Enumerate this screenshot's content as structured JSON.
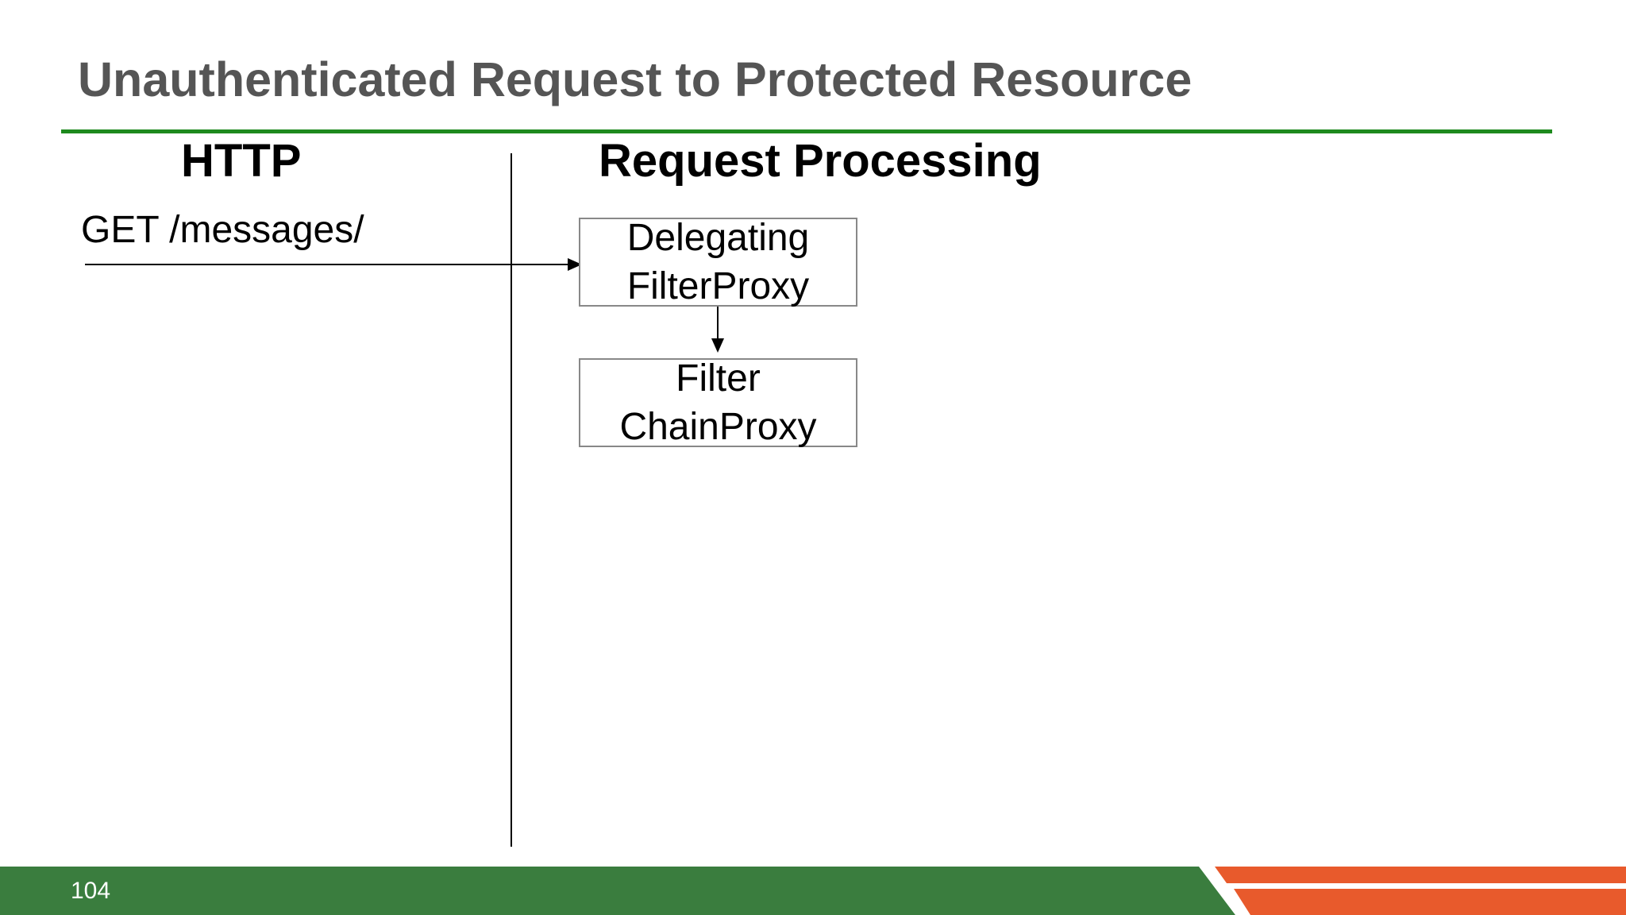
{
  "slide": {
    "title": "Unauthenticated Request to Protected Resource",
    "page_number": "104"
  },
  "columns": {
    "http": "HTTP",
    "processing": "Request Processing"
  },
  "request": {
    "label": "GET /messages/"
  },
  "nodes": [
    {
      "id": "delegating-filter-proxy",
      "lines": [
        "Delegating",
        "FilterProxy"
      ]
    },
    {
      "id": "filter-chain-proxy",
      "lines": [
        "Filter",
        "ChainProxy"
      ]
    }
  ],
  "colors": {
    "title": "#555555",
    "rule": "#1e8a1e",
    "footer_green": "#3a7d3e",
    "footer_orange": "#e85a2c"
  }
}
